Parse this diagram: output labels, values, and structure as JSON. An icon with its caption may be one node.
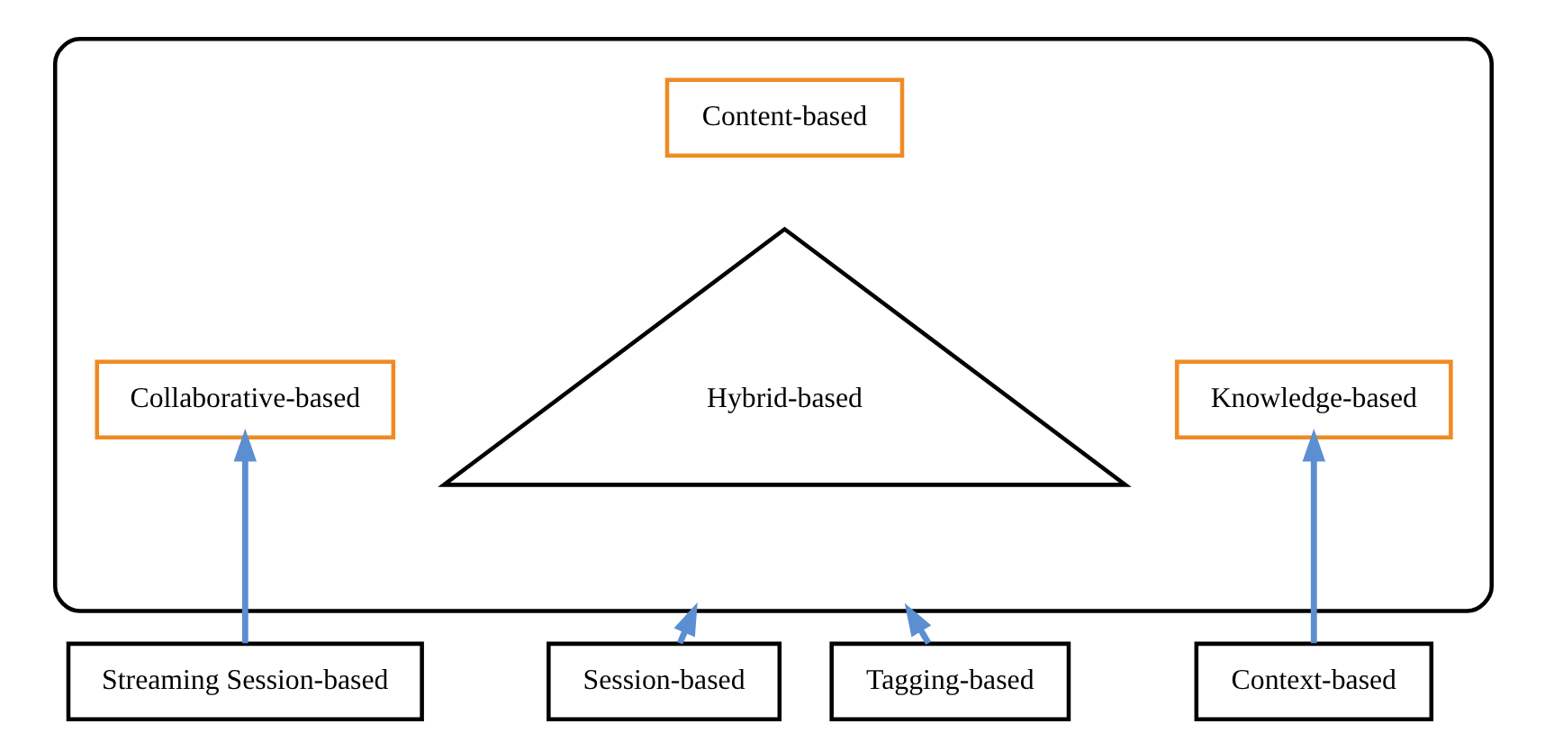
{
  "diagram": {
    "nodes": [
      {
        "text": [],
        "shape": "ellipse"
      },
      {
        "text": [
          "Content-based"
        ],
        "in": 0
      },
      {
        "text": [
          "Hybrid-based"
        ],
        "in": 0
      },
      {
        "text": [
          "Collaborative-based"
        ],
        "in": 0
      },
      {
        "text": [
          "Knowledge-based"
        ],
        "in": 0
      },
      {
        "text": [
          "Streaming Session-based"
        ]
      },
      {
        "text": [
          "Session-based"
        ]
      },
      {
        "text": [
          "Tagging-based"
        ]
      },
      {
        "text": [
          "Context-based"
        ]
      }
    ],
    "edges": [
      {
        "from": 5,
        "to": 3,
        "arrow": "to"
      },
      {
        "from": 6,
        "to": 0,
        "arrow": "to"
      },
      {
        "from": 7,
        "to": 0,
        "arrow": "to"
      },
      {
        "from": 8,
        "to": 4,
        "arrow": "to"
      }
    ]
  }
}
